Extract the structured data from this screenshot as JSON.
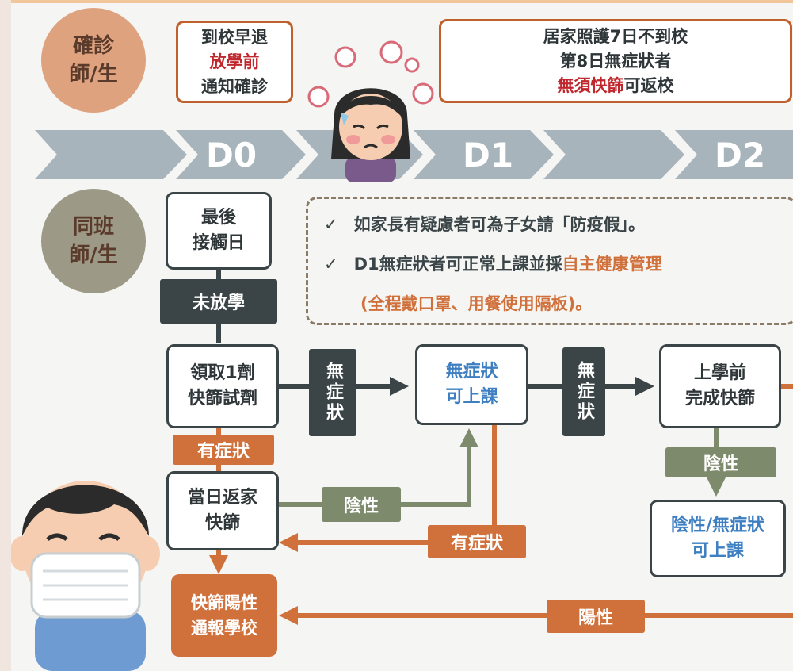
{
  "colors": {
    "orange": "#d0703b",
    "dark": "#3b4547",
    "olive": "#7d8a6b",
    "chevron": "#a8b4bb",
    "circle_top": "#dea27f",
    "circle_bottom": "#9c9a86",
    "red_text": "#c0272d",
    "blue_text": "#3e7fc2"
  },
  "confirmed_circle": {
    "line1": "確診",
    "line2": "師/生"
  },
  "classmate_circle": {
    "line1": "同班",
    "line2": "師/生"
  },
  "notice_box": {
    "line1": "到校早退",
    "line2": "放學前",
    "line3": "通知確診"
  },
  "home_care_box": {
    "line1": "居家照護7日不到校",
    "line2": "第8日無症狀者",
    "line3_red": "無須快篩",
    "line3_rest": "可返校"
  },
  "timeline": {
    "d0": "D0",
    "d1": "D1",
    "d2": "D2"
  },
  "last_contact_box": {
    "line1": "最後",
    "line2": "接觸日"
  },
  "not_dismissed_label": "未放學",
  "notes": {
    "check": "✓",
    "note1": "如家長有疑慮者可為子女請「防疫假」。",
    "note2_prefix": "D1無症狀者可正常上課並採",
    "note2_red": "自主健康管理",
    "note3": "(全程戴口罩、用餐使用隔板)。"
  },
  "collect_kit_box": {
    "line1": "領取1劑",
    "line2": "快篩試劑"
  },
  "no_symptom_label_1": "無症狀",
  "no_symptom_label_2": "無症狀",
  "no_symptom_class_box": {
    "line1": "無症狀",
    "line2": "可上課"
  },
  "pre_school_test_box": {
    "line1": "上學前",
    "line2": "完成快篩"
  },
  "has_symptom_label": "有症狀",
  "home_test_box": {
    "line1": "當日返家",
    "line2": "快篩"
  },
  "negative_label_1": "陰性",
  "negative_label_2": "陰性",
  "has_symptom_label_2": "有症狀",
  "negative_class_box": {
    "line1": "陰性/無症狀",
    "line2": "可上課"
  },
  "positive_report_box": {
    "line1": "快篩陽性",
    "line2": "通報學校"
  },
  "positive_label": "陽性"
}
